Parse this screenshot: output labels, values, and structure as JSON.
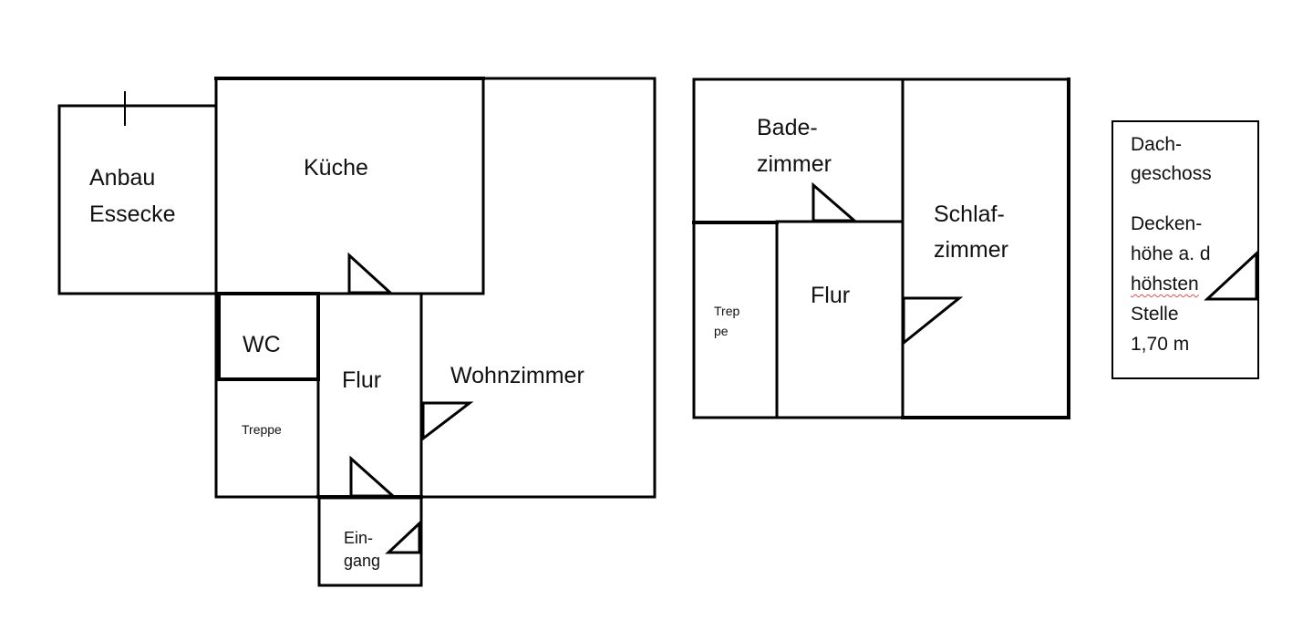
{
  "title": "Grundriss Erdgeschoss / Obergeschoss / Dachgeschoss",
  "colors": {
    "walls": "#000000",
    "background": "#ffffff",
    "text": "#111111",
    "spellcheck_underline": "#d9534f"
  },
  "ground_floor": {
    "rooms": [
      {
        "id": "anbau",
        "lines": [
          "Anbau",
          "Essecke"
        ]
      },
      {
        "id": "kueche",
        "lines": [
          "Küche"
        ]
      },
      {
        "id": "wc",
        "lines": [
          "WC"
        ]
      },
      {
        "id": "flur",
        "lines": [
          "Flur"
        ]
      },
      {
        "id": "treppe",
        "lines": [
          "Treppe"
        ]
      },
      {
        "id": "wohnzimmer",
        "lines": [
          "Wohnzimmer"
        ]
      },
      {
        "id": "eingang",
        "lines": [
          "Ein-",
          "gang"
        ]
      }
    ],
    "window_marks": 1,
    "doors": 4
  },
  "upper_floor": {
    "rooms": [
      {
        "id": "badezimmer",
        "lines": [
          "Bade-",
          "zimmer"
        ]
      },
      {
        "id": "schlafzimmer",
        "lines": [
          "Schlaf-",
          "zimmer"
        ]
      },
      {
        "id": "flur",
        "lines": [
          "Flur"
        ]
      },
      {
        "id": "treppe",
        "lines": [
          "Trep",
          "pe"
        ]
      }
    ],
    "doors": 2
  },
  "attic_note": {
    "heading": [
      "Dach-",
      "geschoss"
    ],
    "text": [
      "Decken-",
      "höhe a. d",
      "höhsten",
      "Stelle",
      "1,70 m"
    ],
    "misspelled_word": "höhsten",
    "ceiling_height": "1,70 m",
    "doors": 1
  }
}
